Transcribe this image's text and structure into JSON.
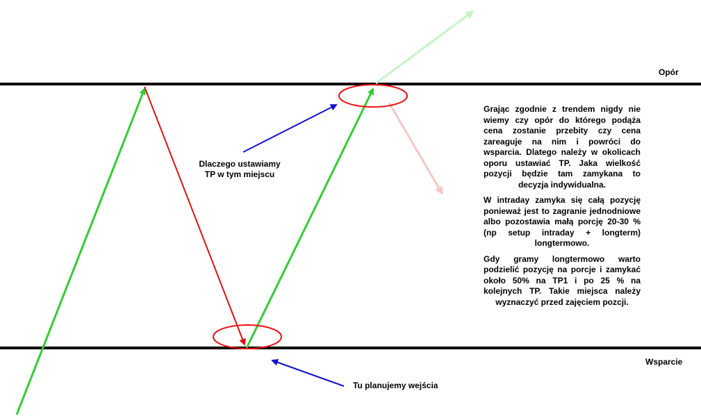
{
  "labels": {
    "resistance": "Opór",
    "support": "Wsparcie",
    "tp_question": "Dlaczego ustawiamy\nTP w tym miejscu",
    "entry_plan": "Tu planujemy wejścia"
  },
  "explanation": {
    "paragraph1": "Grając zgodnie z trendem nigdy nie wiemy czy opór do którego podąża cena zostanie przebity czy cena zareaguje na nim i powróci do wsparcia. Dlatego należy w okolicach oporu ustawiać TP. Jaka wielkość pozycji będzie tam zamykana to decyzja indywidualna.",
    "paragraph2": "W intraday zamyka się całą pozycję ponieważ jest to zagranie jednodniowe albo pozostawia małą porcję 20-30 % (np setup intraday + longterm) longtermowo.",
    "paragraph3": "Gdy gramy longtermowo warto podzielić pozycję na porcje i zamykać około 50% na TP1 i po 25 % na kolejnych TP. Takie miejsca należy wyznaczyć przed zajęciem pozcji."
  },
  "colors": {
    "level_line": "#000000",
    "up_arrow": "#33cc33",
    "down_arrow": "#dd1111",
    "pointer_arrow": "#1111cc",
    "highlight_ellipse": "#ee1111",
    "faded_up": "#b8f0b8",
    "faded_down": "#f6c0c0"
  }
}
